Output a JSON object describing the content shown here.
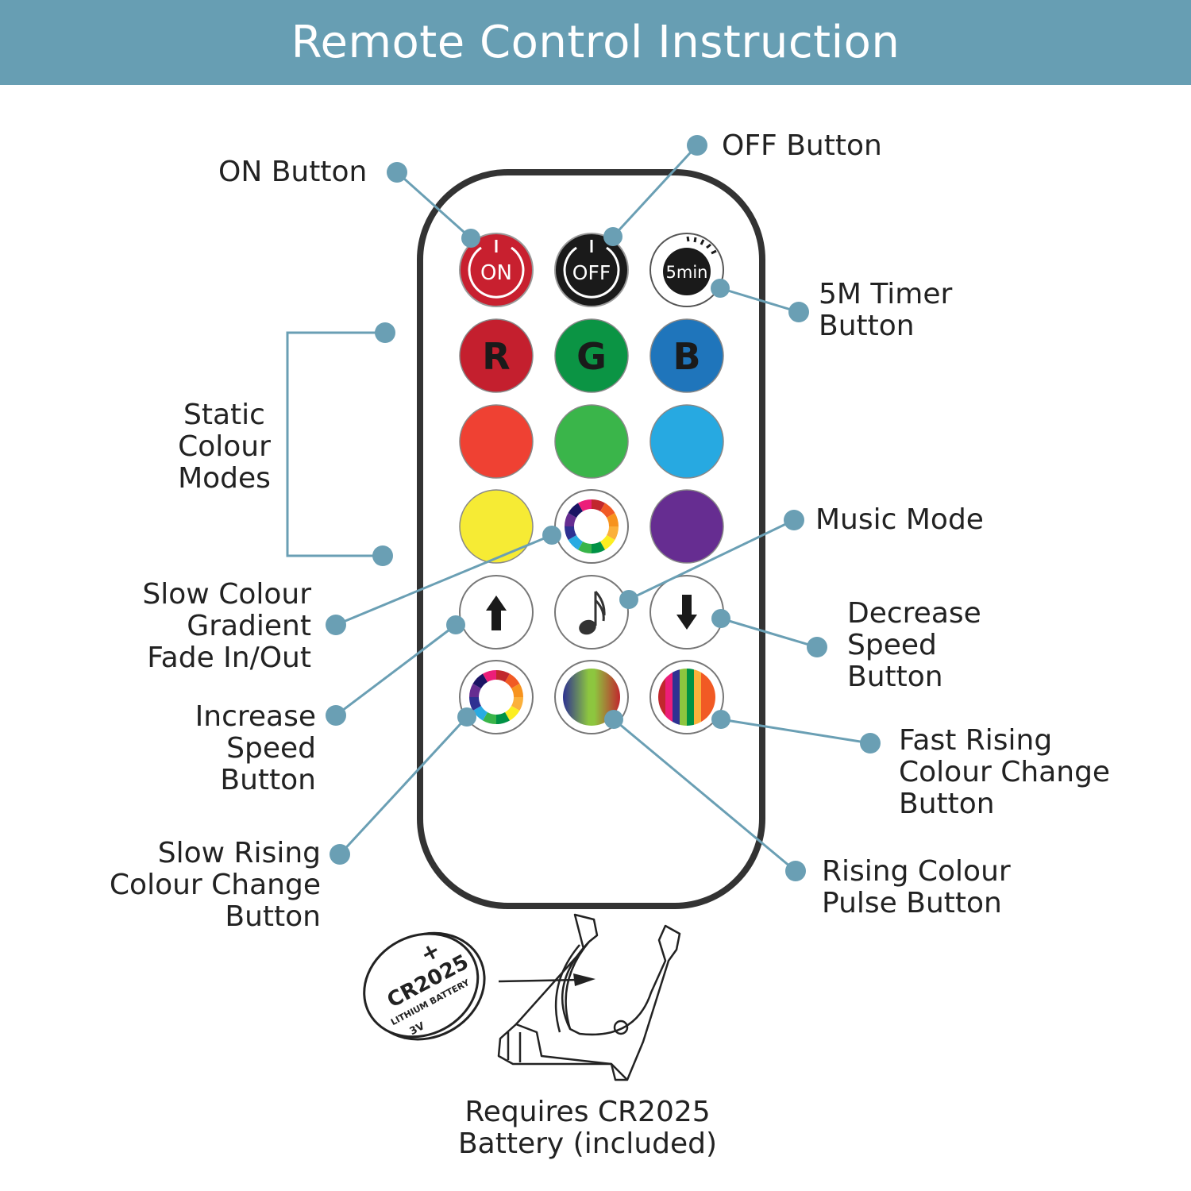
{
  "title": "Remote Control Instruction",
  "colors": {
    "header": "#679eb3",
    "connector": "#6a9fb4",
    "remote_outline": "#333333"
  },
  "buttons": [
    {
      "id": "on",
      "label": "ON",
      "icon": "power-icon",
      "color": "#c8202f"
    },
    {
      "id": "off",
      "label": "OFF",
      "icon": "power-icon",
      "color": "#1a1a1a"
    },
    {
      "id": "timer",
      "label": "5min",
      "icon": "timer-icon",
      "color": "#1a1a1a"
    },
    {
      "id": "r",
      "label": "R",
      "color": "#c41f2e"
    },
    {
      "id": "g",
      "label": "G",
      "color": "#0b9444"
    },
    {
      "id": "b",
      "label": "B",
      "color": "#1f75bb"
    },
    {
      "id": "red-light",
      "label": "",
      "color": "#ef4133"
    },
    {
      "id": "green-light",
      "label": "",
      "color": "#3ab54a"
    },
    {
      "id": "blue-light",
      "label": "",
      "color": "#27a9e1"
    },
    {
      "id": "yellow",
      "label": "",
      "color": "#f6eb34"
    },
    {
      "id": "slow-gradient",
      "label": "",
      "icon": "color-wheel-icon"
    },
    {
      "id": "purple",
      "label": "",
      "color": "#662d91"
    },
    {
      "id": "speed-up",
      "label": "",
      "icon": "arrow-up-icon"
    },
    {
      "id": "music",
      "label": "",
      "icon": "music-note-icon"
    },
    {
      "id": "speed-down",
      "label": "",
      "icon": "arrow-down-icon"
    },
    {
      "id": "slow-rising",
      "label": "",
      "icon": "color-wheel-icon"
    },
    {
      "id": "pulse",
      "label": "",
      "icon": "gradient-icon"
    },
    {
      "id": "fast-rising",
      "label": "",
      "icon": "stripes-icon"
    }
  ],
  "callouts": {
    "on": "ON Button",
    "off": "OFF Button",
    "timer": "5M Timer\nButton",
    "static": "Static\nColour\nModes",
    "music": "Music Mode",
    "slow_gradient": "Slow Colour\nGradient\nFade In/Out",
    "decrease": "Decrease\nSpeed\nButton",
    "increase": "Increase\nSpeed\nButton",
    "fast_rising": "Fast Rising\nColour Change\nButton",
    "slow_rising": "Slow Rising\nColour Change\nButton",
    "pulse": "Rising Colour\nPulse Button"
  },
  "battery": {
    "model": "CR2025",
    "type": "LITHIUM BATTERY",
    "voltage": "3V",
    "polarity": "+",
    "caption": "Requires CR2025\nBattery (included)"
  }
}
